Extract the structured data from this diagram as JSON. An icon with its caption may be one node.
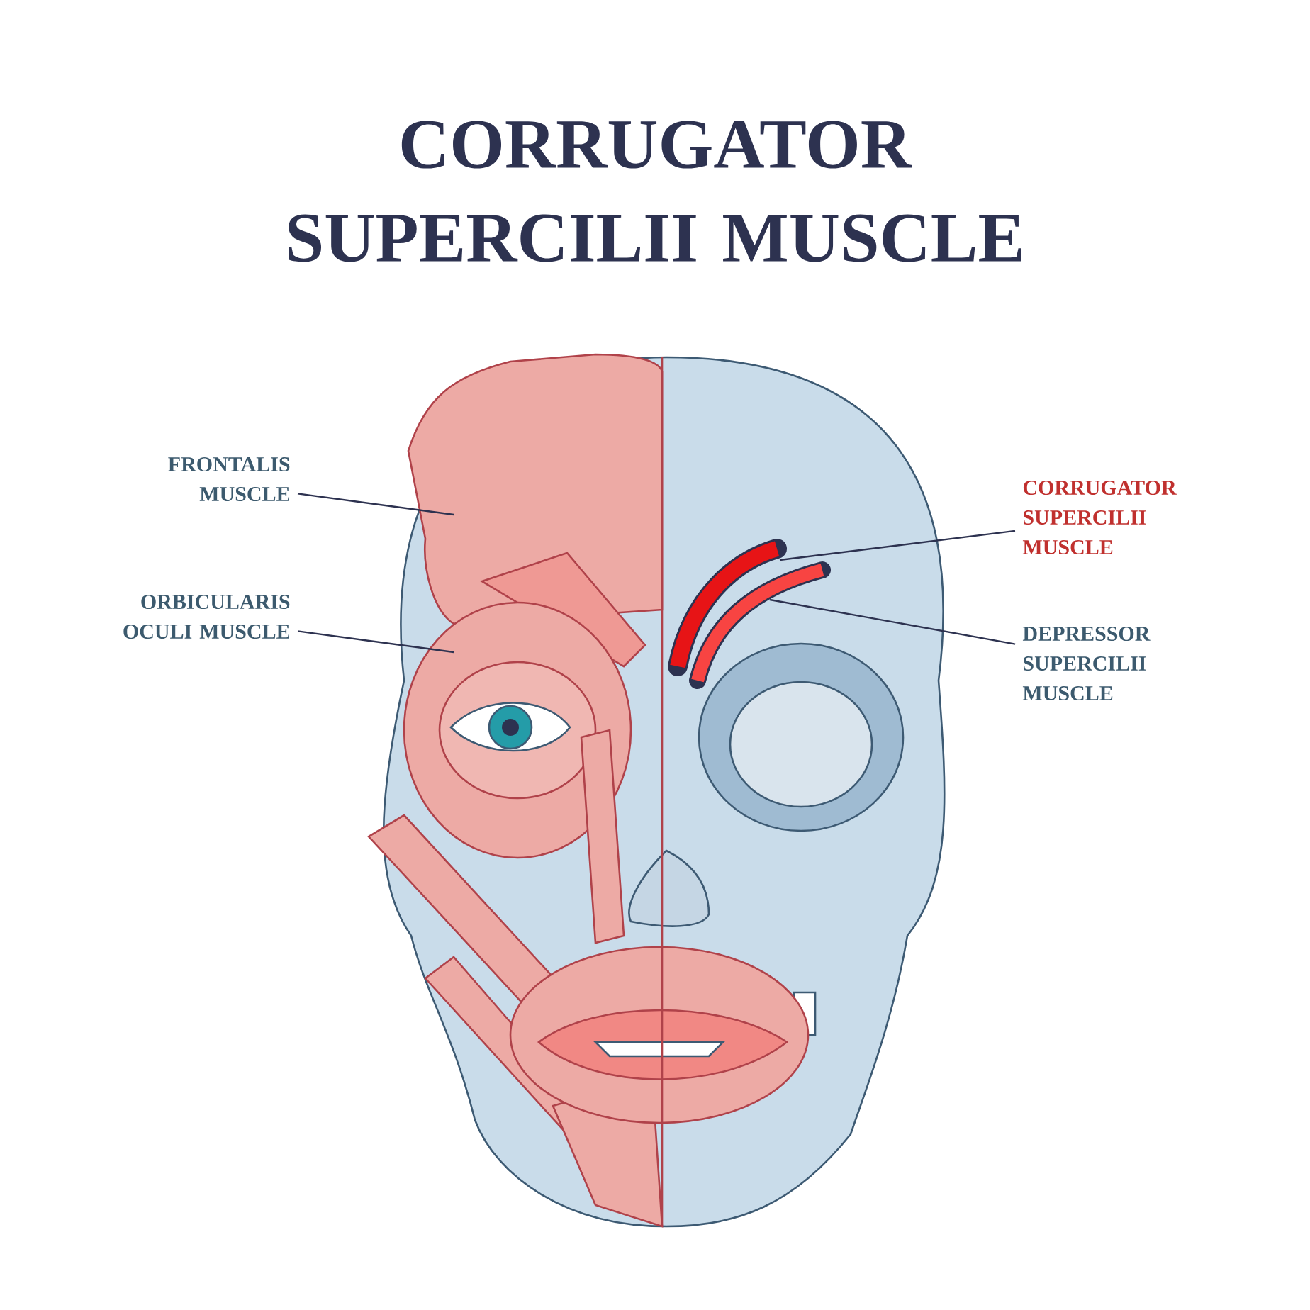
{
  "diagram": {
    "title": "CORRUGATOR SUPERCILII MUSCLE",
    "nodes": [
      {
        "text": [
          "FRONTALIS MUSCLE"
        ]
      },
      {
        "text": [
          "ORBICULARIS OCULI MUSCLE"
        ]
      },
      {
        "text": [
          "CORRUGATOR SUPERCILII MUSCLE"
        ]
      },
      {
        "text": [
          "DEPRESSOR SUPERCILII MUSCLE"
        ]
      }
    ],
    "edges": [
      {
        "from": 0,
        "to": null,
        "arrow": "none"
      },
      {
        "from": 1,
        "to": null,
        "arrow": "none"
      },
      {
        "from": 2,
        "to": null,
        "arrow": "none"
      },
      {
        "from": 3,
        "to": null,
        "arrow": "none"
      }
    ]
  }
}
